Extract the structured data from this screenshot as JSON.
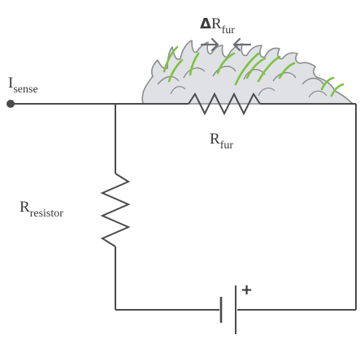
{
  "labels": {
    "sense_current": {
      "main": "I",
      "sub": "sense"
    },
    "fur_resistance": {
      "main": "R",
      "sub": "fur"
    },
    "delta_fur_resistance": {
      "delta": "Δ",
      "main": "R",
      "sub": "fur"
    },
    "resistor": {
      "main": "R",
      "sub": "resistor"
    },
    "battery_polarity": "+"
  },
  "colors": {
    "wire": "#4a4a4a",
    "fur_fill": "#dfe1e4",
    "fur_outline": "#8a8c8e",
    "fur_highlight": "#7ec242",
    "arrow": "#6b6d70"
  }
}
